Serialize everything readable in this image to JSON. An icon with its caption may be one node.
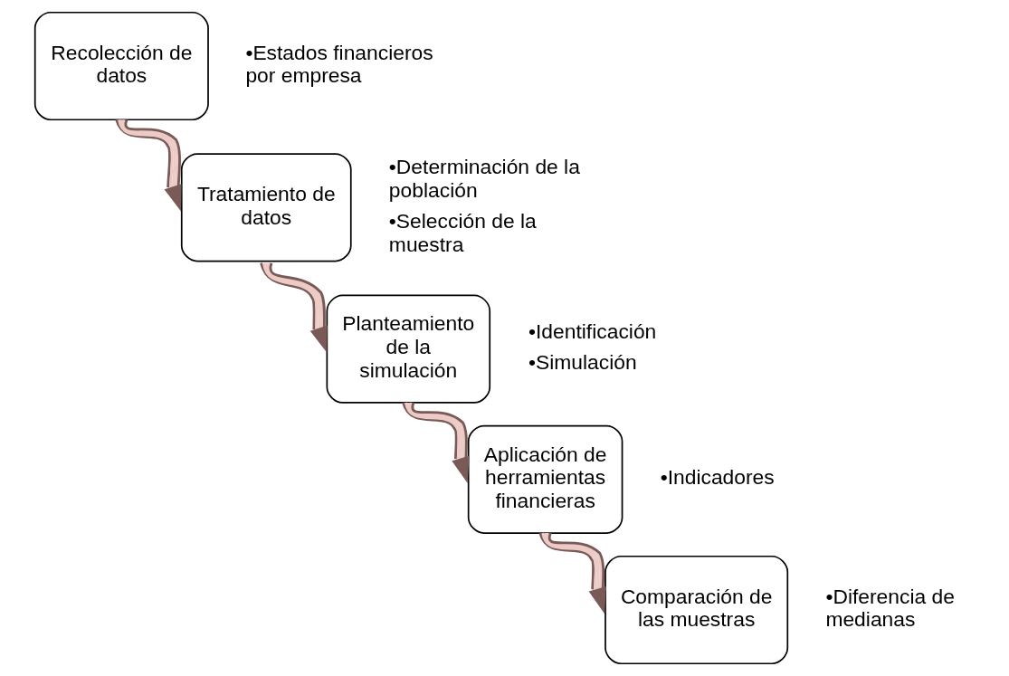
{
  "diagram": {
    "nodes": [
      {
        "text": [
          "Recolección de datos"
        ],
        "beside": [
          "•Estados financieros por empresa"
        ]
      },
      {
        "text": [
          "Tratamiento de datos"
        ],
        "beside": [
          "•Determinación de la población",
          "•Selección de la muestra"
        ]
      },
      {
        "text": [
          "Planteamiento de la simulación"
        ],
        "beside": [
          "•Identificación",
          "•Simulación"
        ]
      },
      {
        "text": [
          "Aplicación de herramientas financieras"
        ],
        "beside": [
          "•Indicadores"
        ]
      },
      {
        "text": [
          "Comparación de las muestras"
        ],
        "beside": [
          "•Diferencia de medianas"
        ]
      }
    ],
    "edges": [
      {
        "from": 0,
        "to": 1,
        "arrow": "to"
      },
      {
        "from": 1,
        "to": 2,
        "arrow": "to"
      },
      {
        "from": 2,
        "to": 3,
        "arrow": "to"
      },
      {
        "from": 3,
        "to": 4,
        "arrow": "to"
      }
    ]
  }
}
